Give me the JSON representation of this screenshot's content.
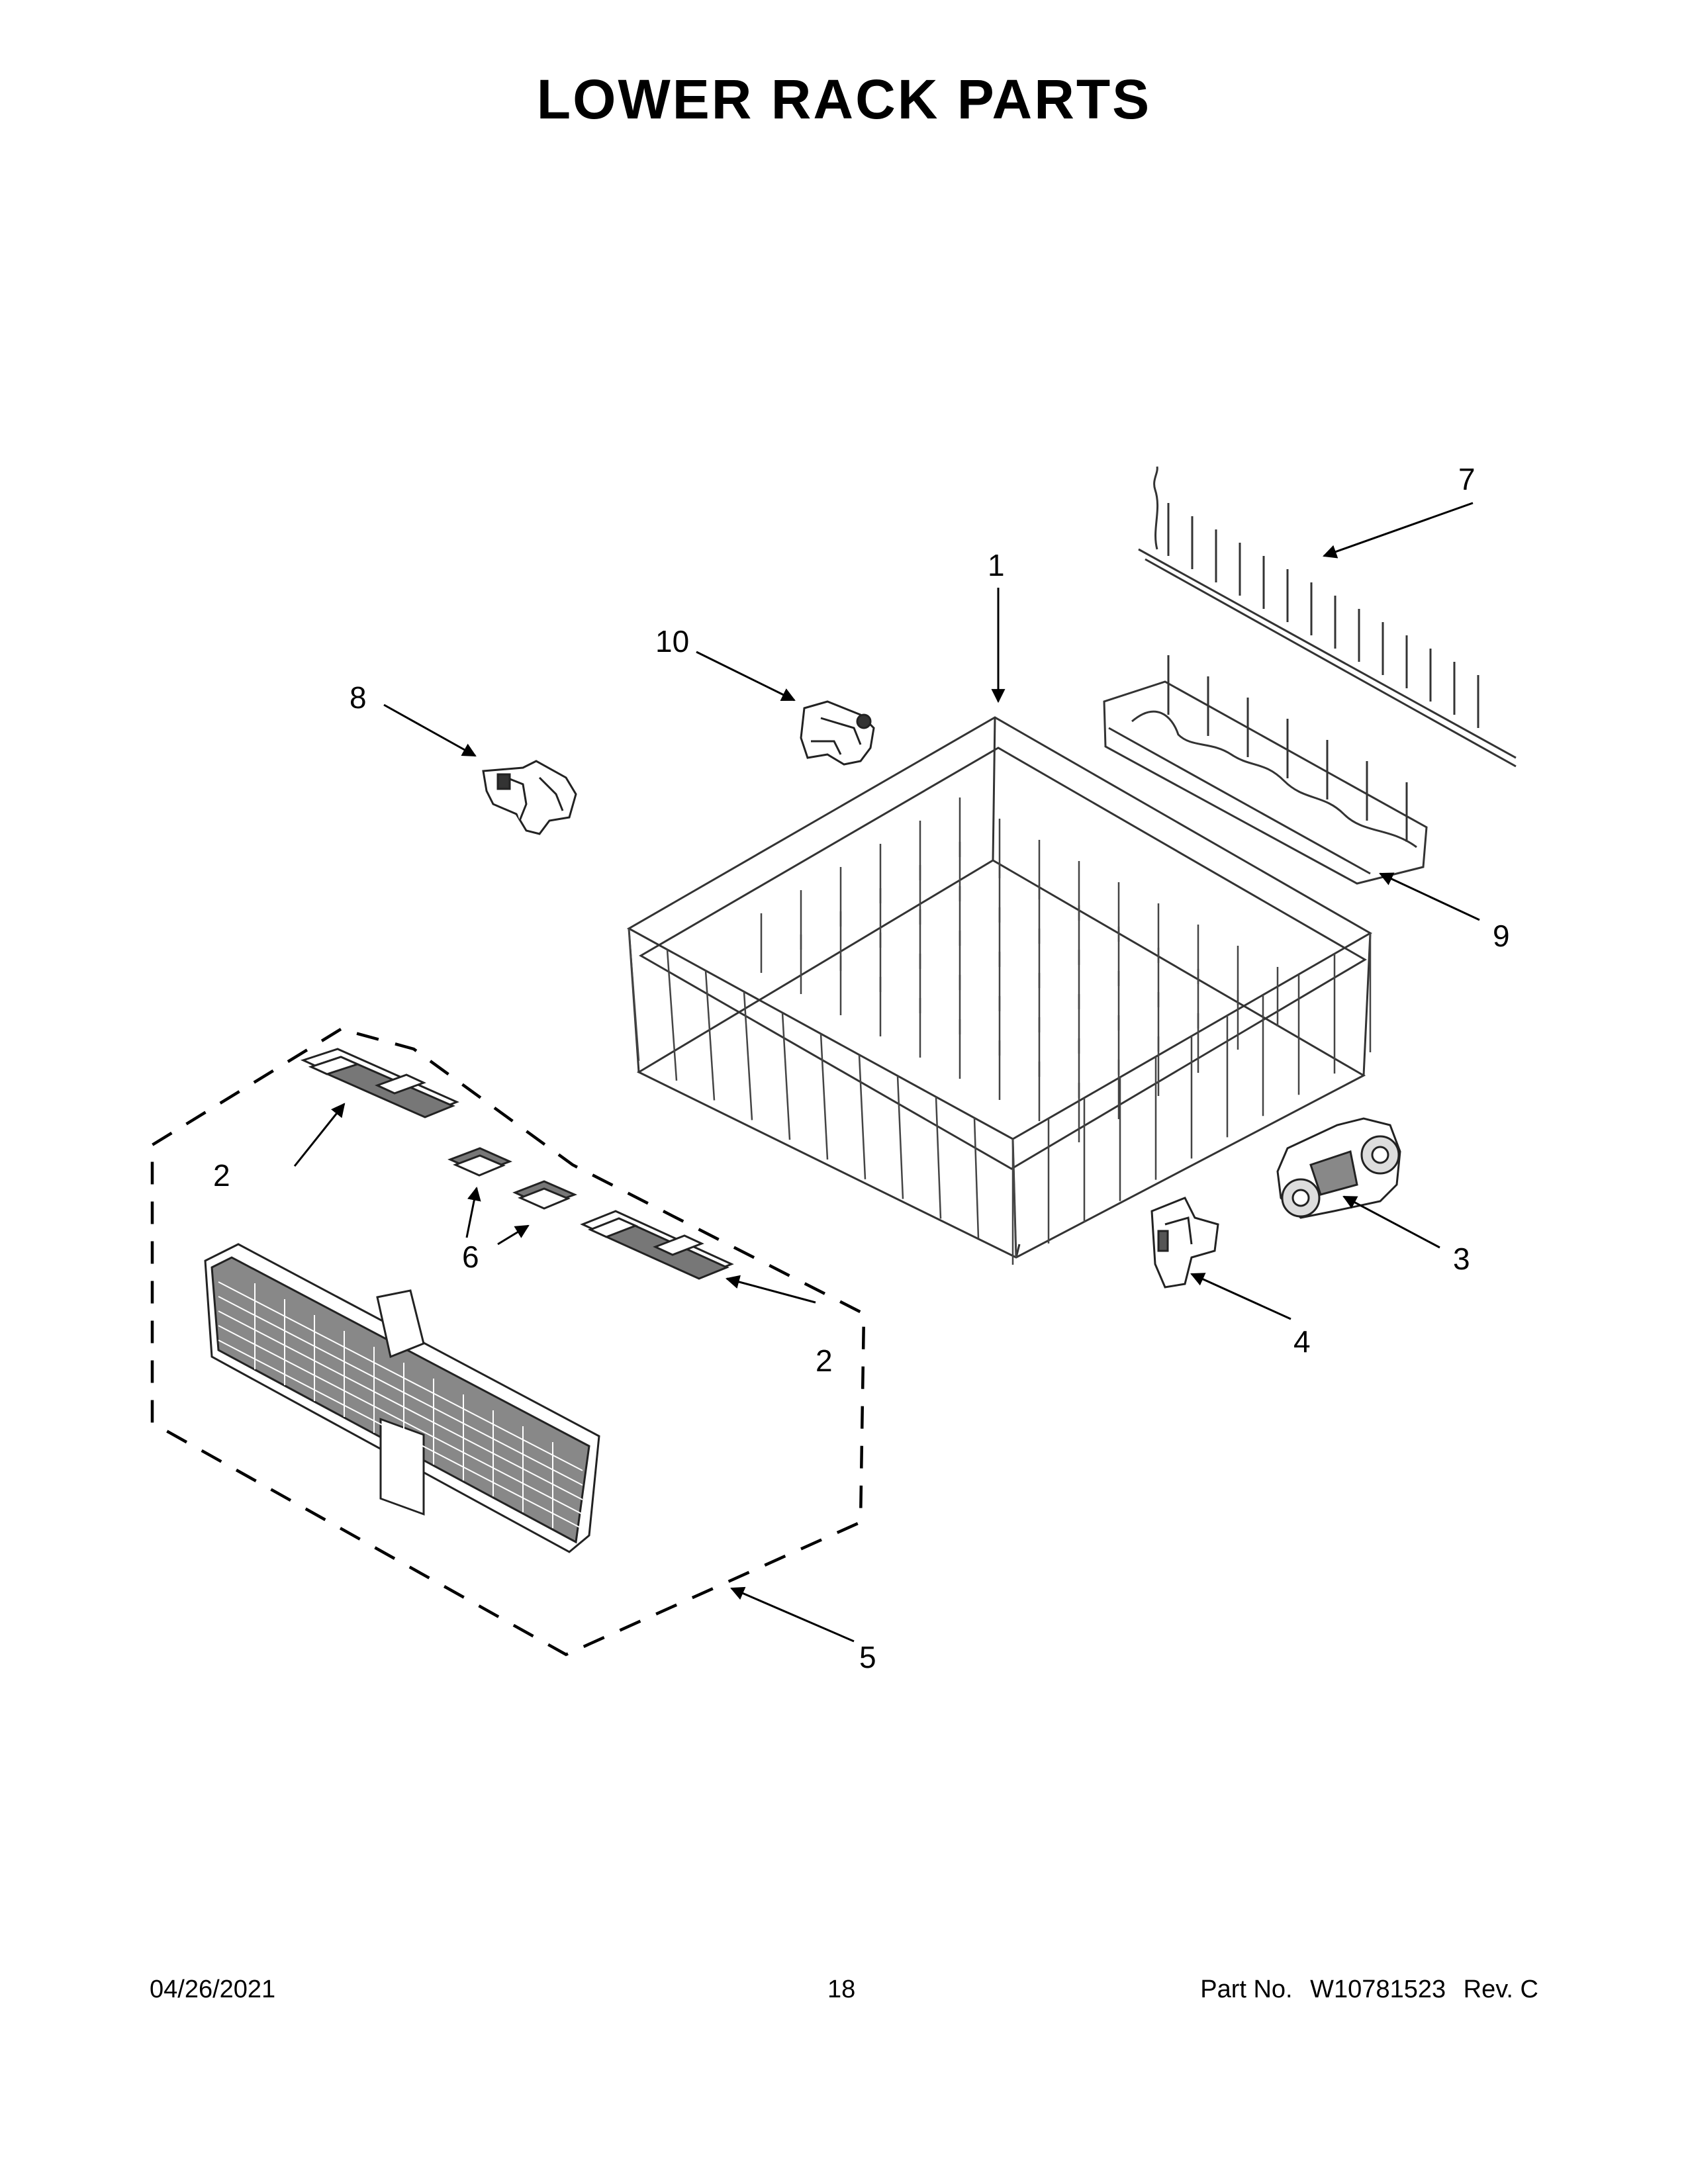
{
  "title": "LOWER RACK PARTS",
  "callouts": [
    "1",
    "2",
    "2",
    "3",
    "4",
    "5",
    "6",
    "7",
    "8",
    "9",
    "10"
  ],
  "footer": {
    "date": "04/26/2021",
    "page": "18",
    "part_label": "Part No.",
    "part_number": "W10781523",
    "rev": "Rev.  C"
  }
}
